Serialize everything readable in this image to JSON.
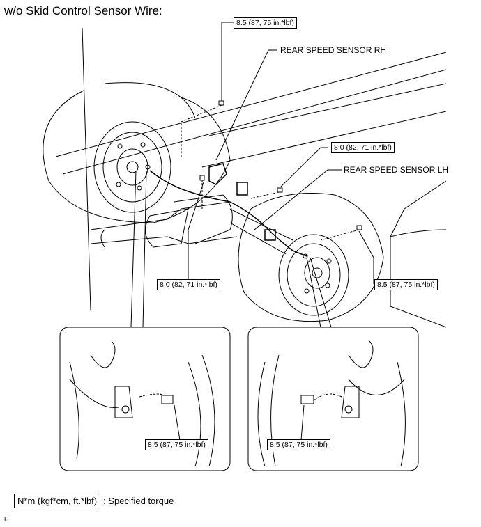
{
  "title": "w/o Skid Control Sensor Wire:",
  "callouts": {
    "torque_top": "8.5 (87, 75 in.*lbf)",
    "rear_speed_sensor_rh": "REAR SPEED SENSOR RH",
    "torque_mid_right": "8.0 (82, 71 in.*lbf)",
    "rear_speed_sensor_lh": "REAR SPEED SENSOR LH",
    "torque_center": "8.0 (82, 71 in.*lbf)",
    "torque_right": "8.5 (87, 75 in.*lbf)",
    "torque_left_detail": "8.5 (87, 75 in.*lbf)",
    "torque_right_detail": "8.5 (87, 75 in.*lbf)"
  },
  "legend": {
    "unit_box": "N*m (kgf*cm, ft.*lbf)",
    "description": ": Specified torque"
  },
  "figure_id": "H"
}
